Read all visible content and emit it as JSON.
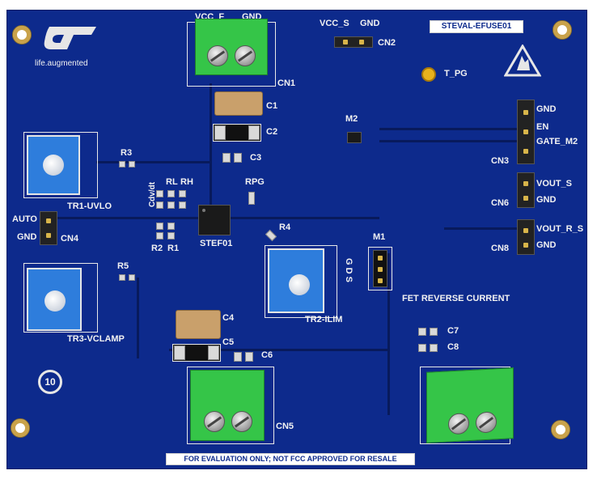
{
  "board": {
    "name_label": "STEVAL-EFUSE01",
    "logo_tagline": "life.augmented",
    "footer_note": "FOR EVALUATION ONLY; NOT FCC APPROVED FOR RESALE",
    "colors": {
      "pcb": "#0d2a8c",
      "silkscreen": "#f2f2f2",
      "terminal": "#35c548",
      "pot": "#2e7ddc",
      "pad": "#c9a24a"
    }
  },
  "labels": {
    "vcc_f": "VCC_F",
    "gnd_cn1": "GND",
    "cn1": "CN1",
    "vcc_s": "VCC_S",
    "gnd_cn2": "GND",
    "cn2": "CN2",
    "t_pg": "T_PG",
    "c1": "C1",
    "c2": "C2",
    "c3": "C3",
    "m2": "M2",
    "r3": "R3",
    "rl": "RL",
    "rh": "RH",
    "cdvdt": "Cdv/dt",
    "rpg": "RPG",
    "tr1": "TR1-UVLO",
    "auto": "AUTO",
    "gnd_cn4": "GND",
    "cn4": "CN4",
    "r2": "R2",
    "r1": "R1",
    "stef01": "STEF01",
    "r4": "R4",
    "m1": "M1",
    "gds": "G D S",
    "fet_reverse": "FET REVERSE CURRENT",
    "r5": "R5",
    "tr2": "TR2-ILIM",
    "tr3": "TR3-VCLAMP",
    "c4": "C4",
    "c5": "C5",
    "c6": "C6",
    "c7": "C7",
    "c8": "C8",
    "cn5": "CN5",
    "cn3_gnd": "GND",
    "cn3_en": "EN",
    "cn3_gate": "GATE_M2",
    "cn3": "CN3",
    "cn6_vout": "VOUT_S",
    "cn6_gnd": "GND",
    "cn6": "CN6",
    "cn8_vout": "VOUT_R_S",
    "cn8_gnd": "GND",
    "cn8": "CN8",
    "recycle": "10"
  }
}
